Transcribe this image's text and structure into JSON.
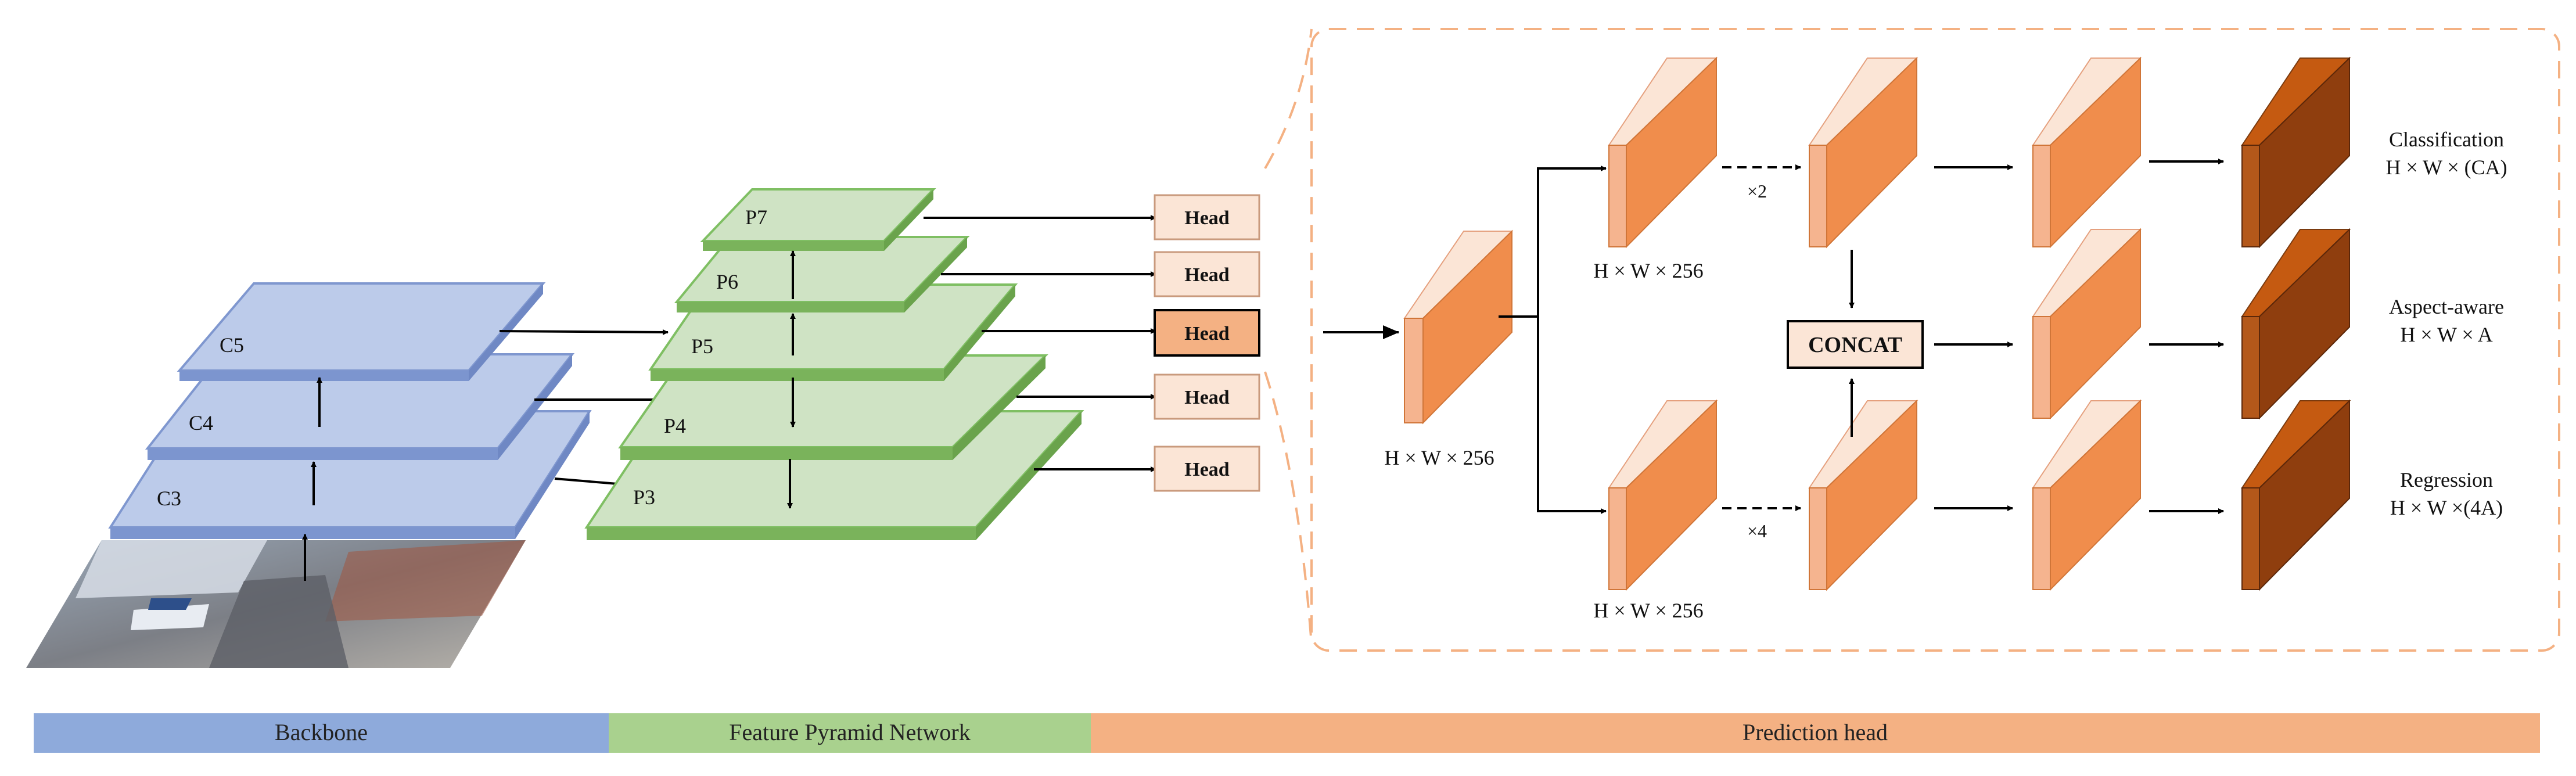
{
  "backbone": {
    "levels": [
      {
        "label": "C3",
        "color": "#bccbea",
        "edge": "#7f97cf"
      },
      {
        "label": "C4",
        "color": "#bccbea",
        "edge": "#7f97cf"
      },
      {
        "label": "C5",
        "color": "#bccbea",
        "edge": "#7f97cf"
      }
    ]
  },
  "fpn": {
    "levels": [
      {
        "label": "P3"
      },
      {
        "label": "P4"
      },
      {
        "label": "P5"
      },
      {
        "label": "P6"
      },
      {
        "label": "P7"
      }
    ],
    "color": "#cfe3c4",
    "edge": "#7fbf63"
  },
  "heads": [
    "Head",
    "Head",
    "Head",
    "Head",
    "Head"
  ],
  "prediction": {
    "dims_input": "H × W × 256",
    "dims_top": "H × W × 256",
    "dims_bottom": "H × W × 256",
    "repeat_top": "×2",
    "repeat_bottom": "×4",
    "concat": "CONCAT",
    "outputs": [
      {
        "name": "Classification",
        "dims": "H × W × (CA)"
      },
      {
        "name": "Aspect-aware",
        "dims": "H × W × A"
      },
      {
        "name": "Regression",
        "dims": "H × W ×(4A)"
      }
    ]
  },
  "legend": [
    {
      "label": "Backbone",
      "color": "#8eaadb"
    },
    {
      "label": "Feature Pyramid Network",
      "color": "#a9d18e"
    },
    {
      "label": "Prediction head",
      "color": "#f4b183"
    }
  ]
}
